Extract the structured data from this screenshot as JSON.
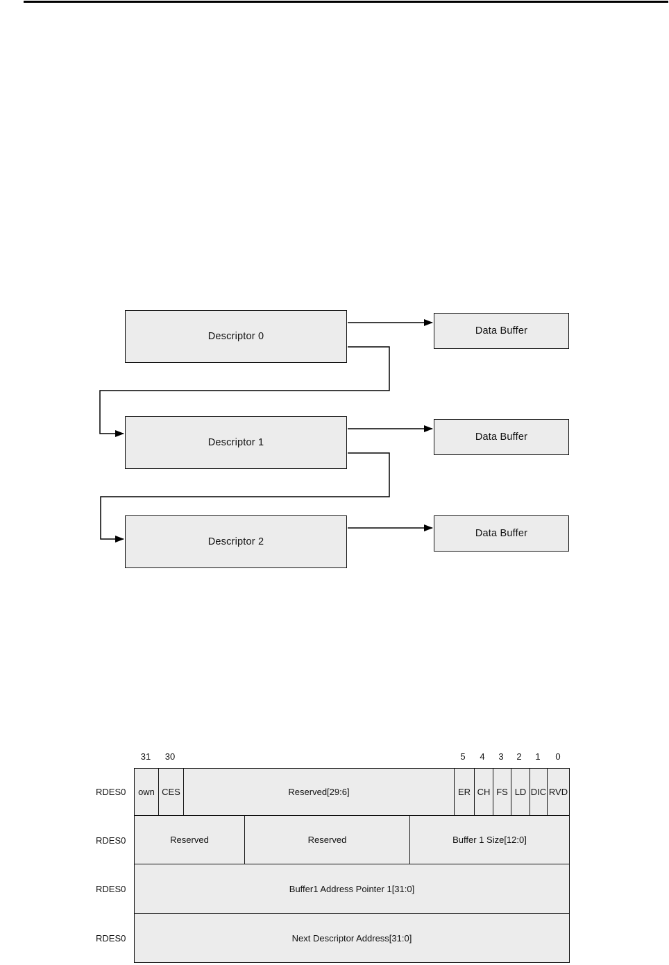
{
  "colors": {
    "background": "#ffffff",
    "box_fill": "#ececec",
    "line": "#000000"
  },
  "diagram": {
    "descriptors": [
      {
        "label": "Descriptor 0"
      },
      {
        "label": "Descriptor 1"
      },
      {
        "label": "Descriptor 2"
      }
    ],
    "buffers": [
      {
        "label": "Data Buffer"
      },
      {
        "label": "Data Buffer"
      },
      {
        "label": "Data Buffer"
      }
    ]
  },
  "register_table": {
    "row_labels": [
      "RDES0",
      "RDES0",
      "RDES0",
      "RDES0"
    ],
    "bit_numbers": [
      "31",
      "30",
      "5",
      "4",
      "3",
      "2",
      "1",
      "0"
    ],
    "row1": {
      "own": "own",
      "ces": "CES",
      "reserved": "Reserved[29:6]",
      "er": "ER",
      "ch": "CH",
      "fs": "FS",
      "ld": "LD",
      "dic": "DIC",
      "rvd": "RVD"
    },
    "row2": {
      "reserved_a": "Reserved",
      "reserved_b": "Reserved",
      "buffer1_size": "Buffer 1 Size[12:0]"
    },
    "row3": {
      "buffer1_address": "Buffer1 Address Pointer 1[31:0]"
    },
    "row4": {
      "next_descriptor": "Next Descriptor Address[31:0]"
    }
  }
}
